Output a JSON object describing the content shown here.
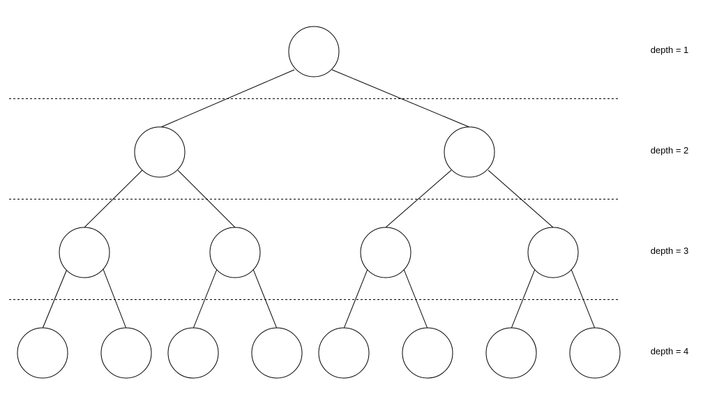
{
  "diagram": {
    "levels": [
      {
        "label": "depth = 1",
        "nodes": 1
      },
      {
        "label": "depth = 2",
        "nodes": 2
      },
      {
        "label": "depth = 3",
        "nodes": 4
      },
      {
        "label": "depth = 4",
        "nodes": 8
      }
    ],
    "colors": {
      "stroke": "#000000",
      "node_fill": "#ffffff",
      "separator": "#000000"
    }
  }
}
